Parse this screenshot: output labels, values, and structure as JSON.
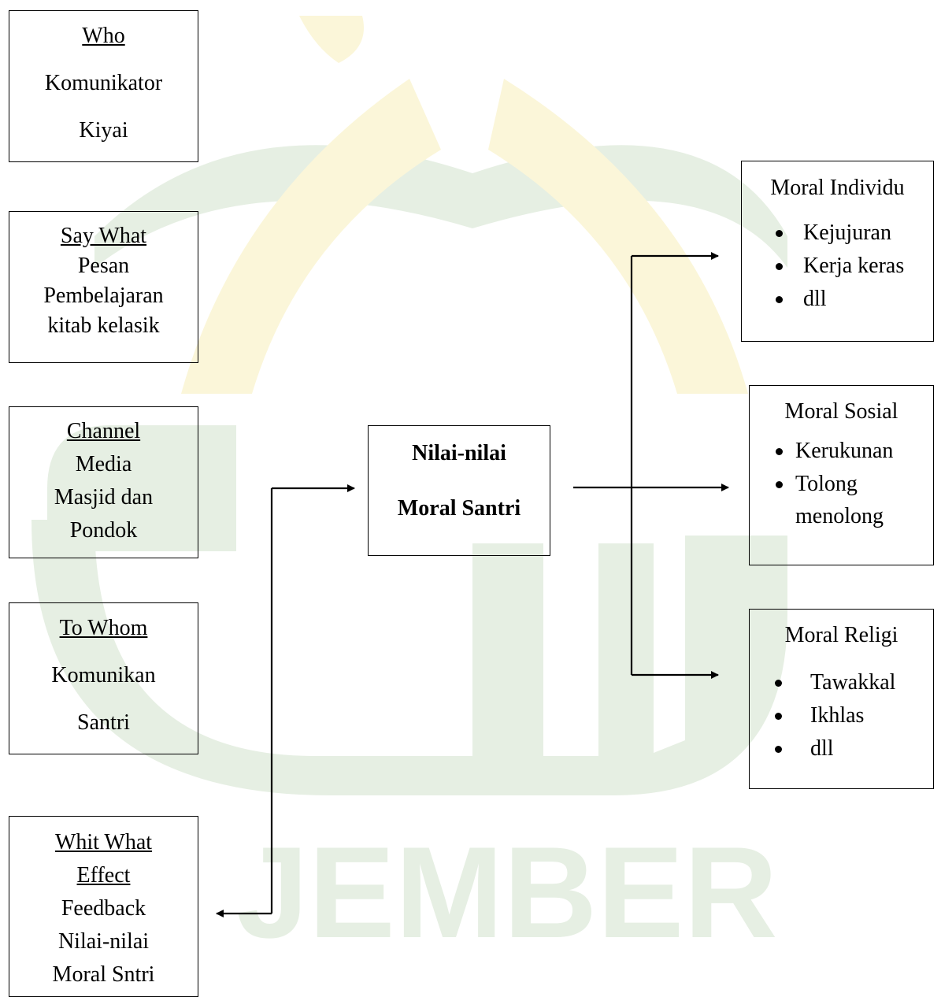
{
  "watermark": {
    "text": "JEMBER",
    "colors": {
      "green": "#e6efe3",
      "yellow": "#fbf6d9"
    }
  },
  "left": {
    "who": {
      "heading": "Who",
      "lines": [
        "Komunikator",
        "Kiyai"
      ]
    },
    "say_what": {
      "heading": "Say What",
      "lines": [
        "Pesan",
        "Pembelajaran",
        "kitab kelasik"
      ]
    },
    "channel": {
      "heading": "Channel",
      "lines": [
        "Media",
        "Masjid dan",
        "Pondok"
      ]
    },
    "to_whom": {
      "heading": "To Whom",
      "lines": [
        "Komunikan",
        "Santri"
      ]
    },
    "effect": {
      "heading": [
        "Whit What",
        "Effect"
      ],
      "lines": [
        "Feedback",
        "Nilai-nilai",
        "Moral Sntri"
      ]
    }
  },
  "center": {
    "lines": [
      "Nilai-nilai",
      "Moral Santri"
    ]
  },
  "right": {
    "individu": {
      "title": "Moral Individu",
      "items": [
        "Kejujuran",
        "Kerja keras",
        "dll"
      ]
    },
    "sosial": {
      "title": "Moral Sosial",
      "items": [
        "Kerukunan",
        "Tolong",
        "menolong"
      ]
    },
    "religi": {
      "title": "Moral Religi",
      "items": [
        "Tawakkal",
        "Ikhlas",
        "dll"
      ]
    }
  }
}
